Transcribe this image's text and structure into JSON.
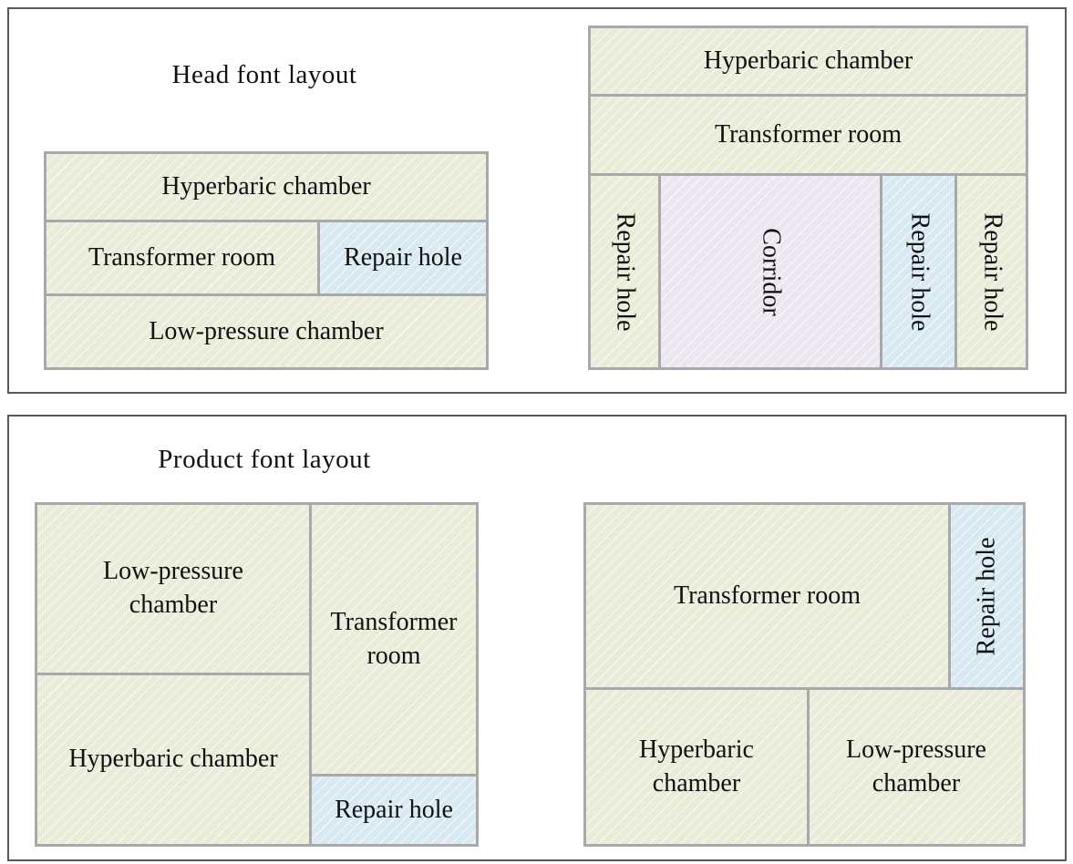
{
  "panels": [
    {
      "title": "Head font layout",
      "diagrams": [
        {
          "cells": [
            {
              "label": "Hyperbaric chamber"
            },
            {
              "label": "Transformer room"
            },
            {
              "label": "Repair hole"
            },
            {
              "label": "Low-pressure chamber"
            }
          ]
        },
        {
          "cells": [
            {
              "label": "Hyperbaric chamber"
            },
            {
              "label": "Transformer room"
            },
            {
              "label": "Repair hole"
            },
            {
              "label": "Corridor"
            },
            {
              "label": "Repair hole"
            },
            {
              "label": "Repair hole"
            }
          ]
        }
      ]
    },
    {
      "title": "Product font layout",
      "diagrams": [
        {
          "cells": [
            {
              "label": "Low-pressure chamber"
            },
            {
              "label": "Hyperbaric chamber"
            },
            {
              "label": "Transformer room"
            },
            {
              "label": "Repair hole"
            }
          ]
        },
        {
          "cells": [
            {
              "label": "Transformer room"
            },
            {
              "label": "Repair hole"
            },
            {
              "label": "Hyperbaric chamber"
            },
            {
              "label": "Low-pressure chamber"
            }
          ]
        }
      ]
    }
  ],
  "colors": {
    "room_green": "#e8ecd8",
    "repair_blue": "#d8e9f2",
    "corridor_lavender": "#ece5f2",
    "cell_border": "#a9a9a9",
    "panel_border": "#5a5a5a",
    "text": "#111111",
    "background": "#ffffff"
  }
}
